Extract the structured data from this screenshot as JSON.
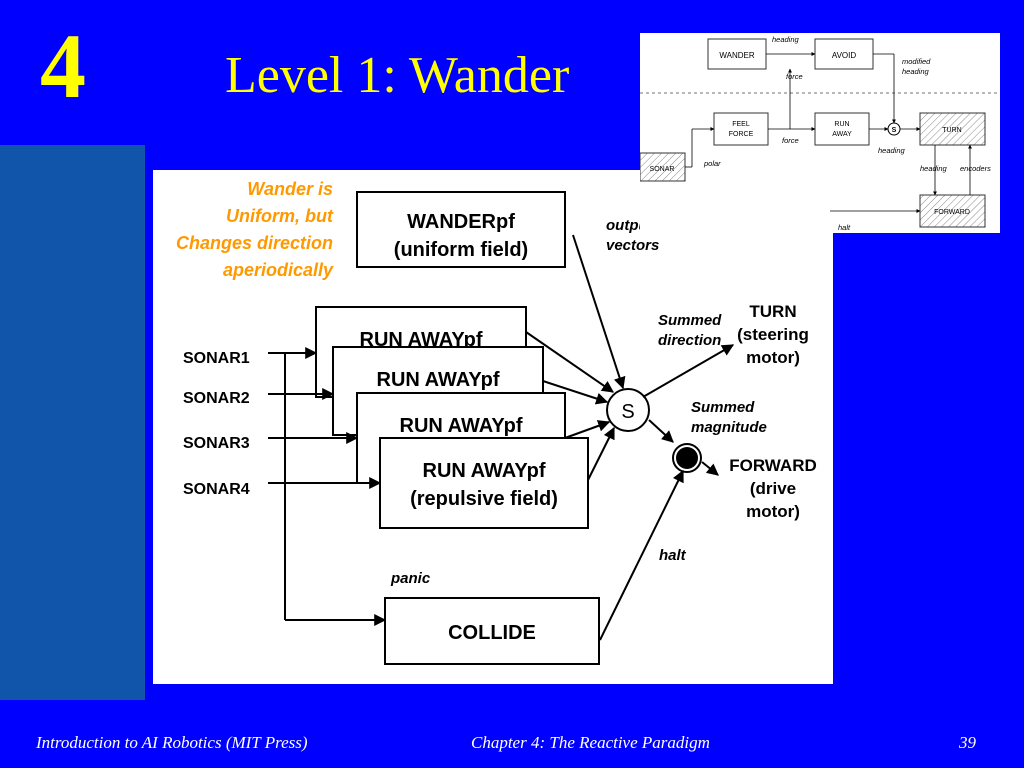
{
  "slide": {
    "number": "4",
    "title": "Level 1: Wander"
  },
  "main_diagram": {
    "note": [
      "Wander is",
      "Uniform, but ",
      "Changes direction",
      "aperiodically"
    ],
    "wander_box": [
      "WANDERpf",
      "(uniform field)"
    ],
    "output_vectors": [
      "output",
      "vectors"
    ],
    "runaway_label": "RUN AWAYpf",
    "runaway_front": [
      "RUN AWAYpf",
      "(repulsive field)"
    ],
    "sonars": [
      "SONAR1",
      "SONAR2",
      "SONAR3",
      "SONAR4"
    ],
    "sum_node": "S",
    "summed_direction": [
      "Summed",
      "direction"
    ],
    "summed_magnitude": [
      "Summed",
      "magnitude"
    ],
    "turn": [
      "TURN",
      "(steering",
      "motor)"
    ],
    "forward": [
      "FORWARD",
      "(drive",
      "motor)"
    ],
    "panic": "panic",
    "halt": "halt",
    "collide": "COLLIDE"
  },
  "inset_diagram": {
    "wander": "WANDER",
    "avoid": "AVOID",
    "heading": "heading",
    "force": "force",
    "modified_heading": [
      "modified",
      "heading"
    ],
    "feel_force": [
      "FEEL",
      "FORCE"
    ],
    "run_away": [
      "RUN",
      "AWAY"
    ],
    "sum_node": "S",
    "turn": "TURN",
    "heading2": "heading",
    "heading3": "heading",
    "encoders": "encoders",
    "sonar": "SONAR",
    "polar": "polar",
    "forward": "FORWARD",
    "halt": "halt"
  },
  "footer": {
    "left": "Introduction to AI Robotics (MIT Press)",
    "center": "Chapter 4: The Reactive Paradigm",
    "page": "39"
  }
}
